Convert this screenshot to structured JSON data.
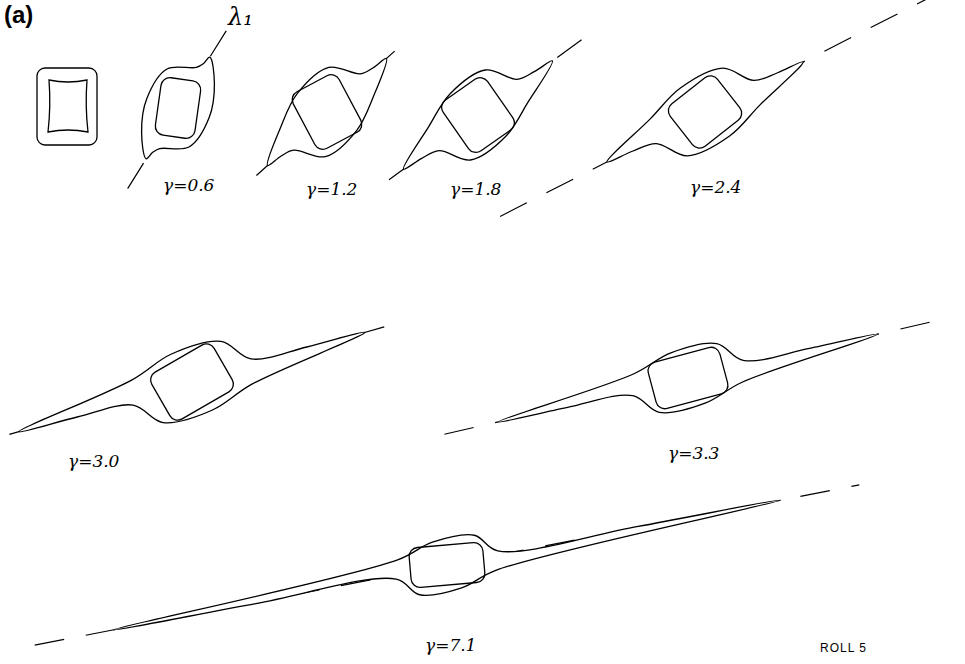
{
  "diagram": {
    "labels": [
      "(a)",
      "λ₁",
      "γ=0.6",
      "γ=1.2",
      "γ=1.8",
      "γ=2.4",
      "γ=3.0",
      "γ=3.3",
      "γ=7.1",
      "ROLL 5"
    ]
  }
}
